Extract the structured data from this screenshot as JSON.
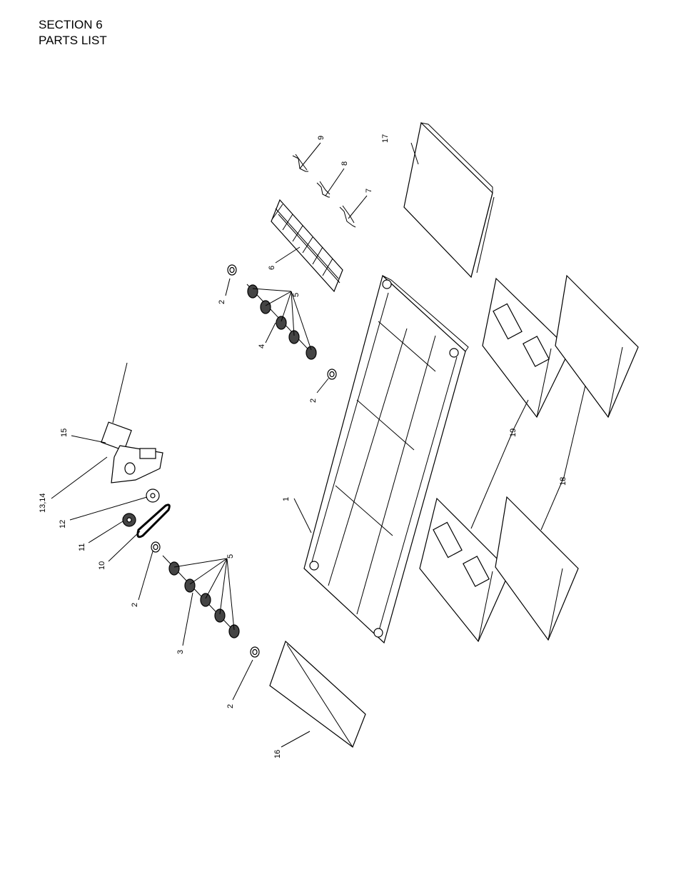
{
  "header": {
    "line1": "SECTION 6",
    "line2": "PARTS LIST"
  },
  "callouts": {
    "c1": "1",
    "c2a": "2",
    "c2b": "2",
    "c2c": "2",
    "c2d": "2",
    "c3": "3",
    "c4": "4",
    "c5a": "5",
    "c5b": "5",
    "c6": "6",
    "c7": "7",
    "c8": "8",
    "c9": "9",
    "c10": "10",
    "c11": "11",
    "c12": "12",
    "c1314": "13,14",
    "c15": "15",
    "c16": "16",
    "c17": "17",
    "c18": "18",
    "c19": "19"
  }
}
